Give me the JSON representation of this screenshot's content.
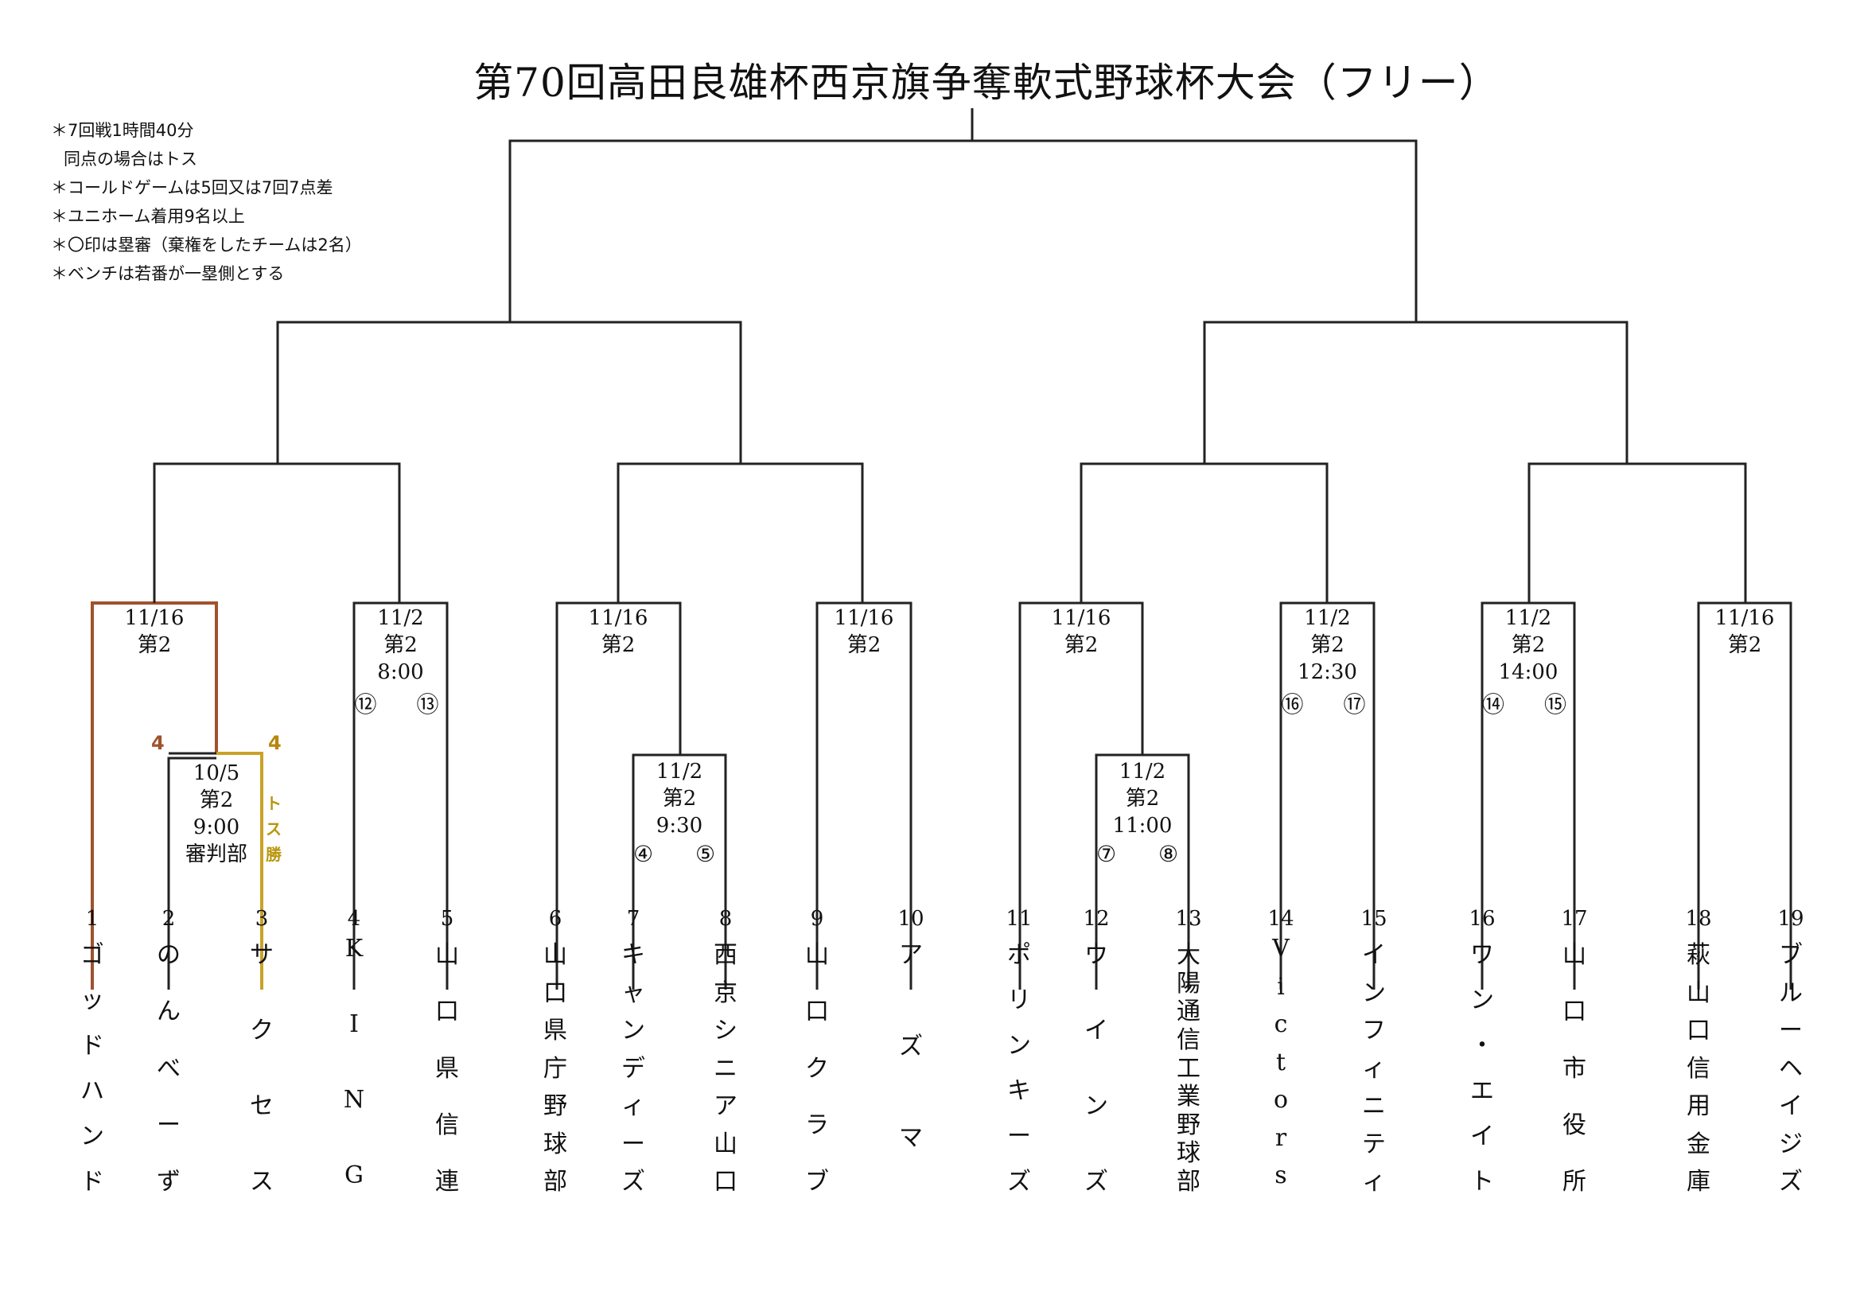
{
  "title": "第70回高田良雄杯西京旗争奪軟式野球杯大会（フリー）",
  "notes": [
    "＊7回戦1時間40分",
    "同点の場合はトス",
    "＊コールドゲームは5回又は7回7点差",
    "＊ユニホーム着用9名以上",
    "＊〇印は塁審（棄権をしたチームは2名）",
    "＊ベンチは若番が一塁側とする"
  ],
  "colors": {
    "line": "#222222",
    "win_brown": "#a0522d",
    "win_gold": "#c9a227",
    "score_brown": "#a0522d",
    "score_gold": "#b8860b"
  },
  "matches": [
    {
      "lines": [
        "11/16",
        "第2"
      ]
    },
    {
      "lines": [
        "11/2",
        "第2",
        "8:00"
      ],
      "umpires": [
        "⑫",
        "⑬"
      ]
    },
    {
      "lines": [
        "11/16",
        "第2"
      ]
    },
    {
      "lines": [
        "11/16",
        "第2"
      ]
    },
    {
      "lines": [
        "11/16",
        "第2"
      ]
    },
    {
      "lines": [
        "11/2",
        "第2",
        "12:30"
      ],
      "umpires": [
        "⑯",
        "⑰"
      ]
    },
    {
      "lines": [
        "11/2",
        "第2",
        "14:00"
      ],
      "umpires": [
        "⑭",
        "⑮"
      ]
    },
    {
      "lines": [
        "11/16",
        "第2"
      ]
    },
    {
      "lines": [
        "10/5",
        "第2",
        "9:00",
        "審判部"
      ]
    },
    {
      "lines": [
        "11/2",
        "第2",
        "9:30"
      ],
      "umpires": [
        "④",
        "⑤"
      ]
    },
    {
      "lines": [
        "11/2",
        "第2",
        "11:00"
      ],
      "umpires": [
        "⑦",
        "⑧"
      ]
    }
  ],
  "scores": [
    "4",
    "4"
  ],
  "toss_win": "トス勝",
  "teams": [
    {
      "num": "1",
      "name": "ゴッドハンド"
    },
    {
      "num": "2",
      "name": "のんべーず"
    },
    {
      "num": "3",
      "name": "サクセス"
    },
    {
      "num": "4",
      "name": "KING"
    },
    {
      "num": "5",
      "name": "山口県信連"
    },
    {
      "num": "6",
      "name": "山口県庁野球部"
    },
    {
      "num": "7",
      "name": "キャンディーズ"
    },
    {
      "num": "8",
      "name": "西京シニア山口"
    },
    {
      "num": "9",
      "name": "山口クラブ"
    },
    {
      "num": "10",
      "name": "アズマ"
    },
    {
      "num": "11",
      "name": "ポリンキーズ"
    },
    {
      "num": "12",
      "name": "ウインズ"
    },
    {
      "num": "13",
      "name": "大陽通信工業野球部"
    },
    {
      "num": "14",
      "name": "Victors"
    },
    {
      "num": "15",
      "name": "インフィニティ"
    },
    {
      "num": "16",
      "name": "ワン・エイト"
    },
    {
      "num": "17",
      "name": "山口市役所"
    },
    {
      "num": "18",
      "name": "萩山口信用金庫"
    },
    {
      "num": "19",
      "name": "ブルーヘイジズ"
    }
  ]
}
